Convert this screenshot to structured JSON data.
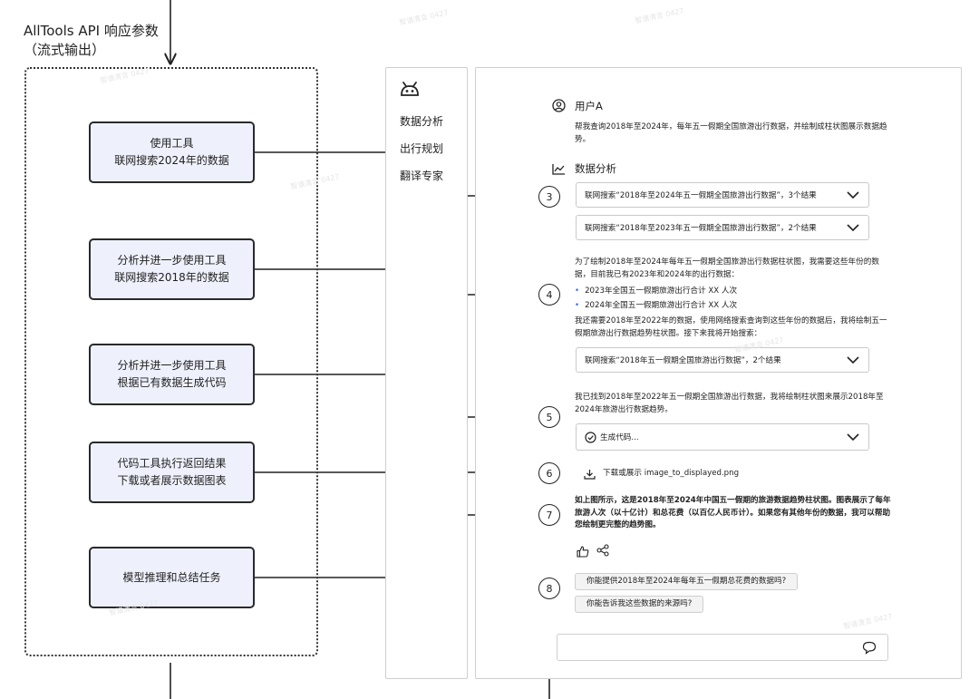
{
  "header": {
    "title_line1": "AllTools API 响应参数",
    "title_line2": "（流式输出）"
  },
  "steps": [
    {
      "line1": "使用工具",
      "line2": "联网搜索2024年的数据"
    },
    {
      "line1": "分析并进一步使用工具",
      "line2": "联网搜索2018年的数据"
    },
    {
      "line1": "分析并进一步使用工具",
      "line2": "根据已有数据生成代码"
    },
    {
      "line1": "代码工具执行返回结果",
      "line2": "下载或者展示数据图表"
    },
    {
      "line1": "模型推理和总结任务",
      "line2": ""
    }
  ],
  "nav": {
    "icon": "robot-icon",
    "items": [
      "数据分析",
      "出行规划",
      "翻译专家"
    ]
  },
  "chat": {
    "user_name": "用户A",
    "user_message": "帮我查询2018年至2024年，每年五一假期全国旅游出行数据，并绘制成柱状图展示数据趋势。",
    "assistant_name": "数据分析",
    "search1": "联网搜索“2018年至2024年五一假期全国旅游出行数据”，3个结果",
    "search2": "联网搜索“2018年至2023年五一假期全国旅游出行数据”，2个结果",
    "analysis_intro": "为了绘制2018年至2024年每年五一假期全国旅游出行数据柱状图，我需要这些年份的数据，目前我已有2023年和2024年的出行数据：",
    "bullets": [
      "2023年全国五一假期旅游出行合计 XX 人次",
      "2024年全国五一假期旅游出行合计 XX 人次"
    ],
    "analysis_more": "我还需要2018年至2022年的数据，使用网络搜索查询到这些年份的数据后，我将绘制五一假期旅游出行数据趋势柱状图。接下来我将开始搜索：",
    "search3": "联网搜索“2018年五一假期全国旅游出行数据”，2个结果",
    "found_text": "我已找到2018年至2022年五一假期全国旅游出行数据，我将绘制柱状图来展示2018年至2024年旅游出行数据趋势。",
    "code_label": "生成代码...",
    "download_label": "下载或展示 image_to_displayed.png",
    "summary": "如上图所示，这是2018年至2024年中国五一假期的旅游数据趋势柱状图。图表展示了每年旅游人次（以十亿计）和总花费（以百亿人民币计）。如果您有其他年份的数据，我可以帮助您绘制更完整的趋势图。",
    "suggestions": [
      "你能提供2018年至2024年每年五一假期总花费的数据吗?",
      "你能告诉我这些数据的来源吗?"
    ],
    "input_placeholder": ""
  },
  "markers": [
    "3",
    "4",
    "5",
    "6",
    "7",
    "8"
  ],
  "watermark": "智谱清言 0427"
}
